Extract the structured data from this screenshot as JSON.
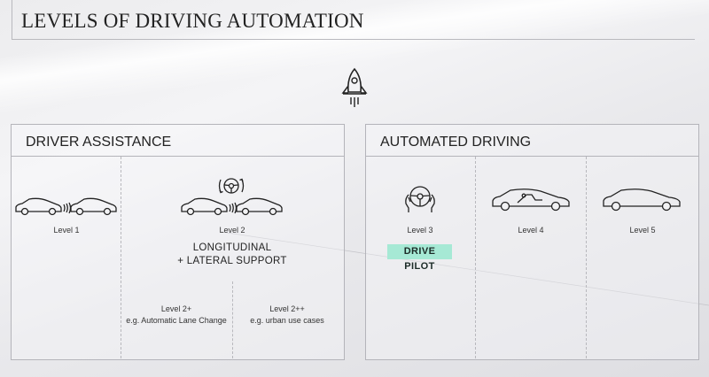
{
  "title": "LEVELS OF DRIVING AUTOMATION",
  "icons": {
    "top": "rocket-icon",
    "level2_badge": "steering-wheel-rotate-icon",
    "level3": "hands-on-steering-wheel-icon",
    "level4": "car-reclined-seat-icon",
    "level5": "car-icon"
  },
  "driver_assistance": {
    "heading": "DRIVER ASSISTANCE",
    "level1": "Level 1",
    "level2": "Level 2",
    "level2_support_line1": "LONGITUDINAL",
    "level2_support_line2": "+ LATERAL SUPPORT",
    "level2plus": "Level 2+",
    "level2plus_example": "e.g. Automatic Lane Change",
    "level2plusplus": "Level 2++",
    "level2plusplus_example": "e.g. urban use cases"
  },
  "automated_driving": {
    "heading": "AUTOMATED DRIVING",
    "level3": "Level 3",
    "level3_badge": "DRIVE PILOT",
    "level4": "Level 4",
    "level5": "Level 5"
  },
  "colors": {
    "badge": "#a6e9d5",
    "line": "#b4b4ba"
  }
}
